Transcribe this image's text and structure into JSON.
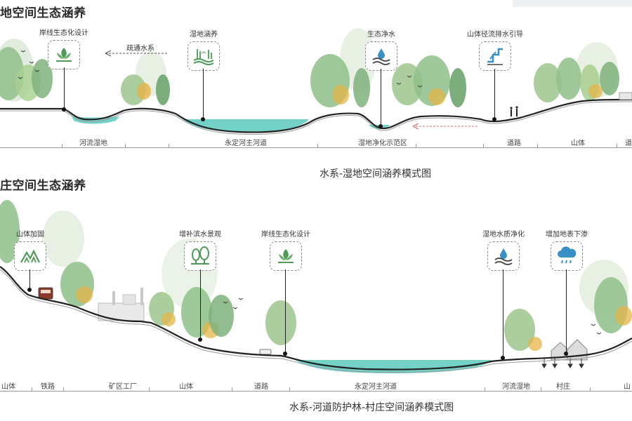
{
  "panel1": {
    "title": "地空间生态涵养",
    "caption": "水系-湿地空间涵养模式图",
    "flow_label": "疏通水系",
    "callouts": [
      {
        "label": "岸线生态化设计",
        "icon": "leaf-icon"
      },
      {
        "label": "湿地涵养",
        "icon": "wetland-icon"
      },
      {
        "label": "生态净水",
        "icon": "water-drop-icon"
      },
      {
        "label": "山体径流排水引导",
        "icon": "runoff-channel-icon"
      }
    ],
    "zones": [
      "河流湿地",
      "永定河主河道",
      "湿地净化示范区",
      "道路",
      "山体",
      "道"
    ]
  },
  "panel2": {
    "title": "庄空间生态涵养",
    "caption": "水系-河道防护林-村庄空间涵养模式图",
    "callouts": [
      {
        "label": "山体加固",
        "icon": "mountain-icon"
      },
      {
        "label": "增补滨水景观",
        "icon": "trees-icon"
      },
      {
        "label": "岸线生态化设计",
        "icon": "leaf-icon"
      },
      {
        "label": "湿地水质净化",
        "icon": "water-drop-icon"
      },
      {
        "label": "增加地表下渗",
        "icon": "rain-cloud-icon"
      }
    ],
    "zones": [
      "山体",
      "铁路",
      "矿区工厂",
      "山体",
      "道路",
      "永定河主河道",
      "河流湿地",
      "村庄",
      "山"
    ]
  },
  "colors": {
    "water": "#5cc9be",
    "tree_green": "#8fbf8a",
    "tree_yellow": "#e6b44a",
    "icon_green": "#4f9a58",
    "icon_blue": "#3a8fc4"
  }
}
